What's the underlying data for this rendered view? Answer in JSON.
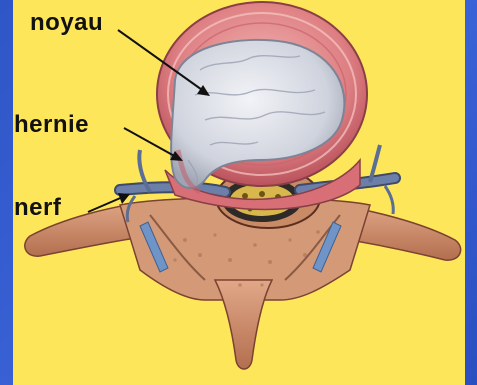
{
  "labels": {
    "nucleus": "noyau",
    "hernia": "hernie",
    "nerve": "nerf"
  },
  "colors": {
    "panel_background": "#fde65a",
    "outer_background": "#3158c8",
    "annulus": "#d9747a",
    "nucleus": "#d8dbe3",
    "bone": "#c98a66",
    "nerve": "#5a6e96"
  }
}
